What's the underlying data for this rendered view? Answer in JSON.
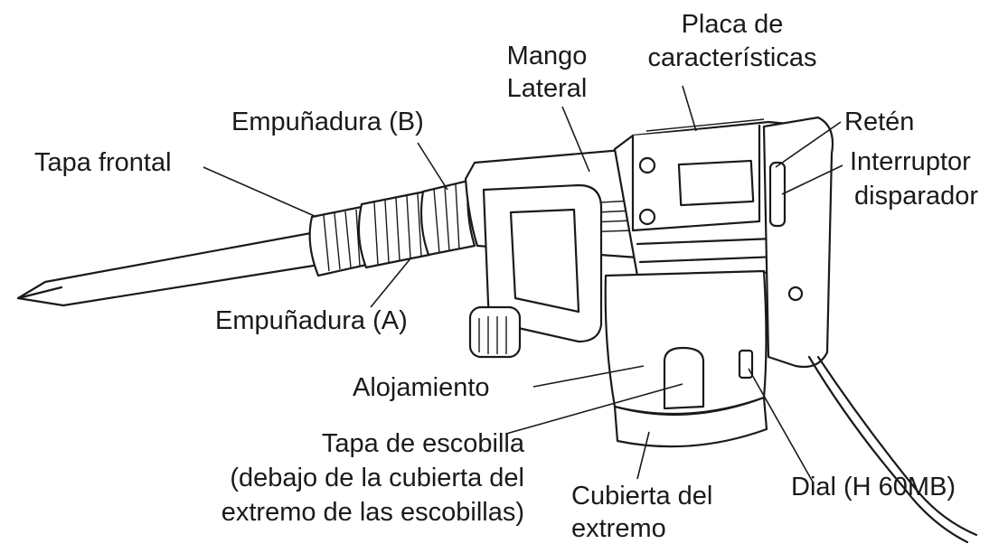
{
  "labels": {
    "tapa_frontal": "Tapa frontal",
    "empunadura_b": "Empuñadura (B)",
    "empunadura_a": "Empuñadura (A)",
    "mango_lateral_1": "Mango",
    "mango_lateral_2": "Lateral",
    "placa_1": "Placa de",
    "placa_2": "características",
    "reten": "Retén",
    "interruptor_1": "Interruptor",
    "interruptor_2": "disparador",
    "alojamiento": "Alojamiento",
    "tapa_escobilla_1": "Tapa de escobilla",
    "tapa_escobilla_2": "(debajo de la cubierta del",
    "tapa_escobilla_3": "extremo de las escobillas)",
    "cubierta_1": "Cubierta del",
    "cubierta_2": "extremo",
    "dial": "Dial (H 60MB)"
  }
}
